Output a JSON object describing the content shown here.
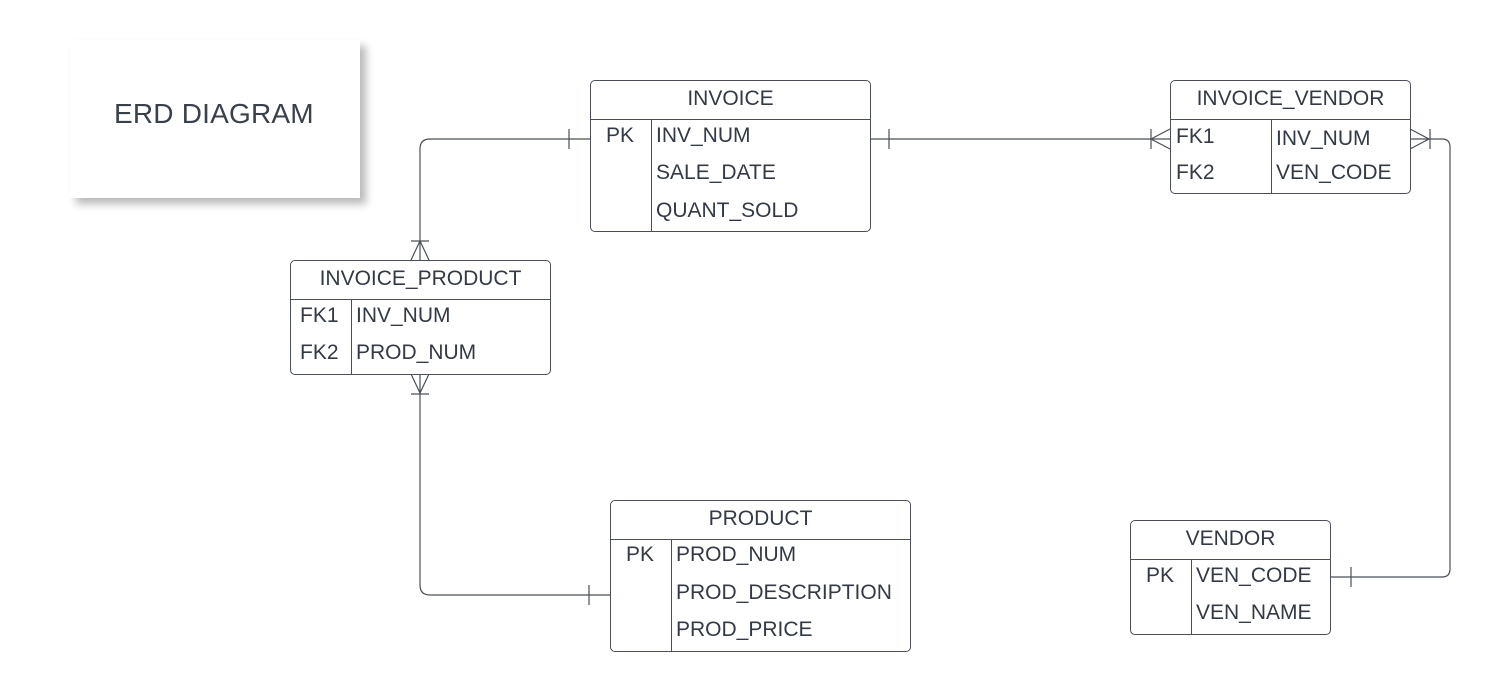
{
  "title": "ERD DIAGRAM",
  "entities": {
    "invoice": {
      "name": "INVOICE",
      "rows": [
        {
          "key": "PK",
          "field": "INV_NUM"
        },
        {
          "key": "",
          "field": "SALE_DATE"
        },
        {
          "key": "",
          "field": "QUANT_SOLD"
        }
      ]
    },
    "invoice_vendor": {
      "name": "INVOICE_VENDOR",
      "rows": [
        {
          "key": "FK1",
          "field": "INV_NUM"
        },
        {
          "key": "FK2",
          "field": "VEN_CODE"
        }
      ]
    },
    "invoice_product": {
      "name": "INVOICE_PRODUCT",
      "rows": [
        {
          "key": "FK1",
          "field": "INV_NUM"
        },
        {
          "key": "FK2",
          "field": "PROD_NUM"
        }
      ]
    },
    "product": {
      "name": "PRODUCT",
      "rows": [
        {
          "key": "PK",
          "field": "PROD_NUM"
        },
        {
          "key": "",
          "field": "PROD_DESCRIPTION"
        },
        {
          "key": "",
          "field": "PROD_PRICE"
        }
      ]
    },
    "vendor": {
      "name": "VENDOR",
      "rows": [
        {
          "key": "PK",
          "field": "VEN_CODE"
        },
        {
          "key": "",
          "field": "VEN_NAME"
        }
      ]
    }
  },
  "relationships": [
    {
      "from": "invoice",
      "to": "invoice_product",
      "from_cardinality": "one",
      "to_cardinality": "many"
    },
    {
      "from": "product",
      "to": "invoice_product",
      "from_cardinality": "one",
      "to_cardinality": "many"
    },
    {
      "from": "invoice",
      "to": "invoice_vendor",
      "from_cardinality": "one",
      "to_cardinality": "many"
    },
    {
      "from": "vendor",
      "to": "invoice_vendor",
      "from_cardinality": "one",
      "to_cardinality": "many"
    }
  ],
  "colors": {
    "line": "#4a4f57",
    "text": "#333a45"
  }
}
